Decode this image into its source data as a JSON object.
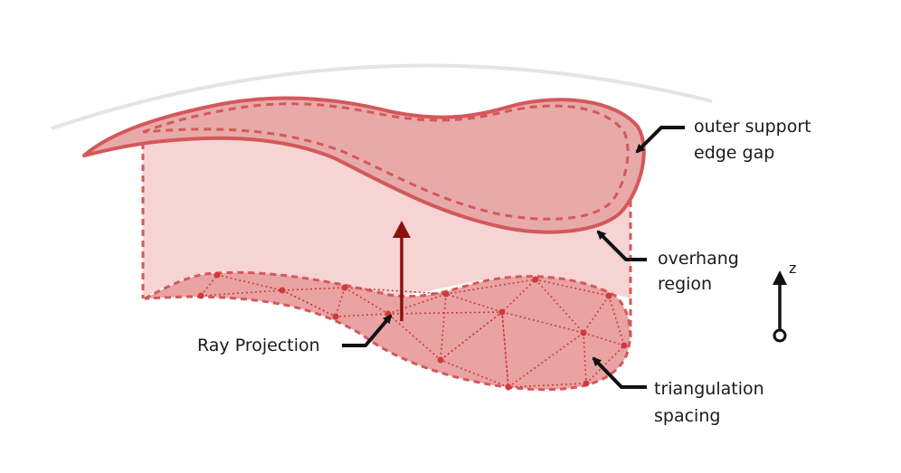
{
  "labels": {
    "outer_support_edge_gap": [
      "outer support",
      "edge gap"
    ],
    "overhang_region": [
      "overhang",
      "region"
    ],
    "ray_projection": "Ray Projection",
    "triangulation_spacing": [
      "triangulation",
      "spacing"
    ],
    "axis": "z"
  },
  "colors": {
    "outline": "#d4585a",
    "overhang_fill": "#e8aaa9",
    "wall_fill": "#f6d4d3",
    "footprint_fill": "#e9a3a3",
    "mesh_point": "#d0393b",
    "ray": "#8f0e0e",
    "arrow": "#111111",
    "horizon": "#e6e6e6"
  }
}
